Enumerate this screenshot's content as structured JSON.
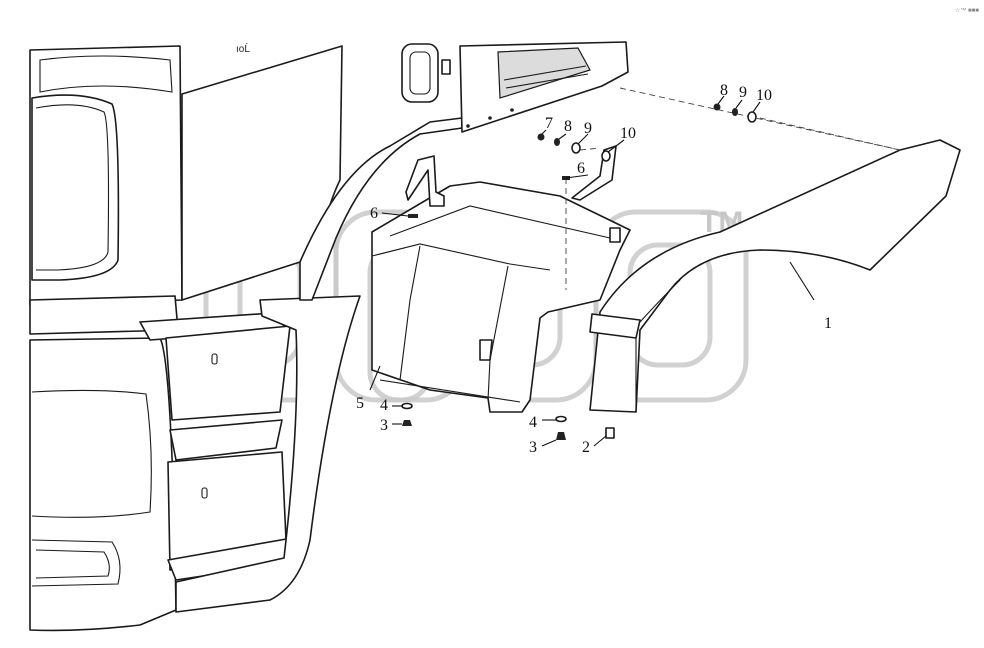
{
  "watermark": {
    "trademark": "TM"
  },
  "corner_mark": "☆™ ■■■",
  "callouts": [
    {
      "id": "c1",
      "text": "1"
    },
    {
      "id": "c2",
      "text": "2"
    },
    {
      "id": "c3a",
      "text": "3"
    },
    {
      "id": "c3b",
      "text": "3"
    },
    {
      "id": "c4a",
      "text": "4"
    },
    {
      "id": "c4b",
      "text": "4"
    },
    {
      "id": "c5",
      "text": "5"
    },
    {
      "id": "c6a",
      "text": "6"
    },
    {
      "id": "c6b",
      "text": "6"
    },
    {
      "id": "c7",
      "text": "7"
    },
    {
      "id": "c8a",
      "text": "8"
    },
    {
      "id": "c9a",
      "text": "9"
    },
    {
      "id": "c10a",
      "text": "10"
    },
    {
      "id": "c8b",
      "text": "8"
    },
    {
      "id": "c9b",
      "text": "9"
    },
    {
      "id": "c10b",
      "text": "10"
    }
  ]
}
